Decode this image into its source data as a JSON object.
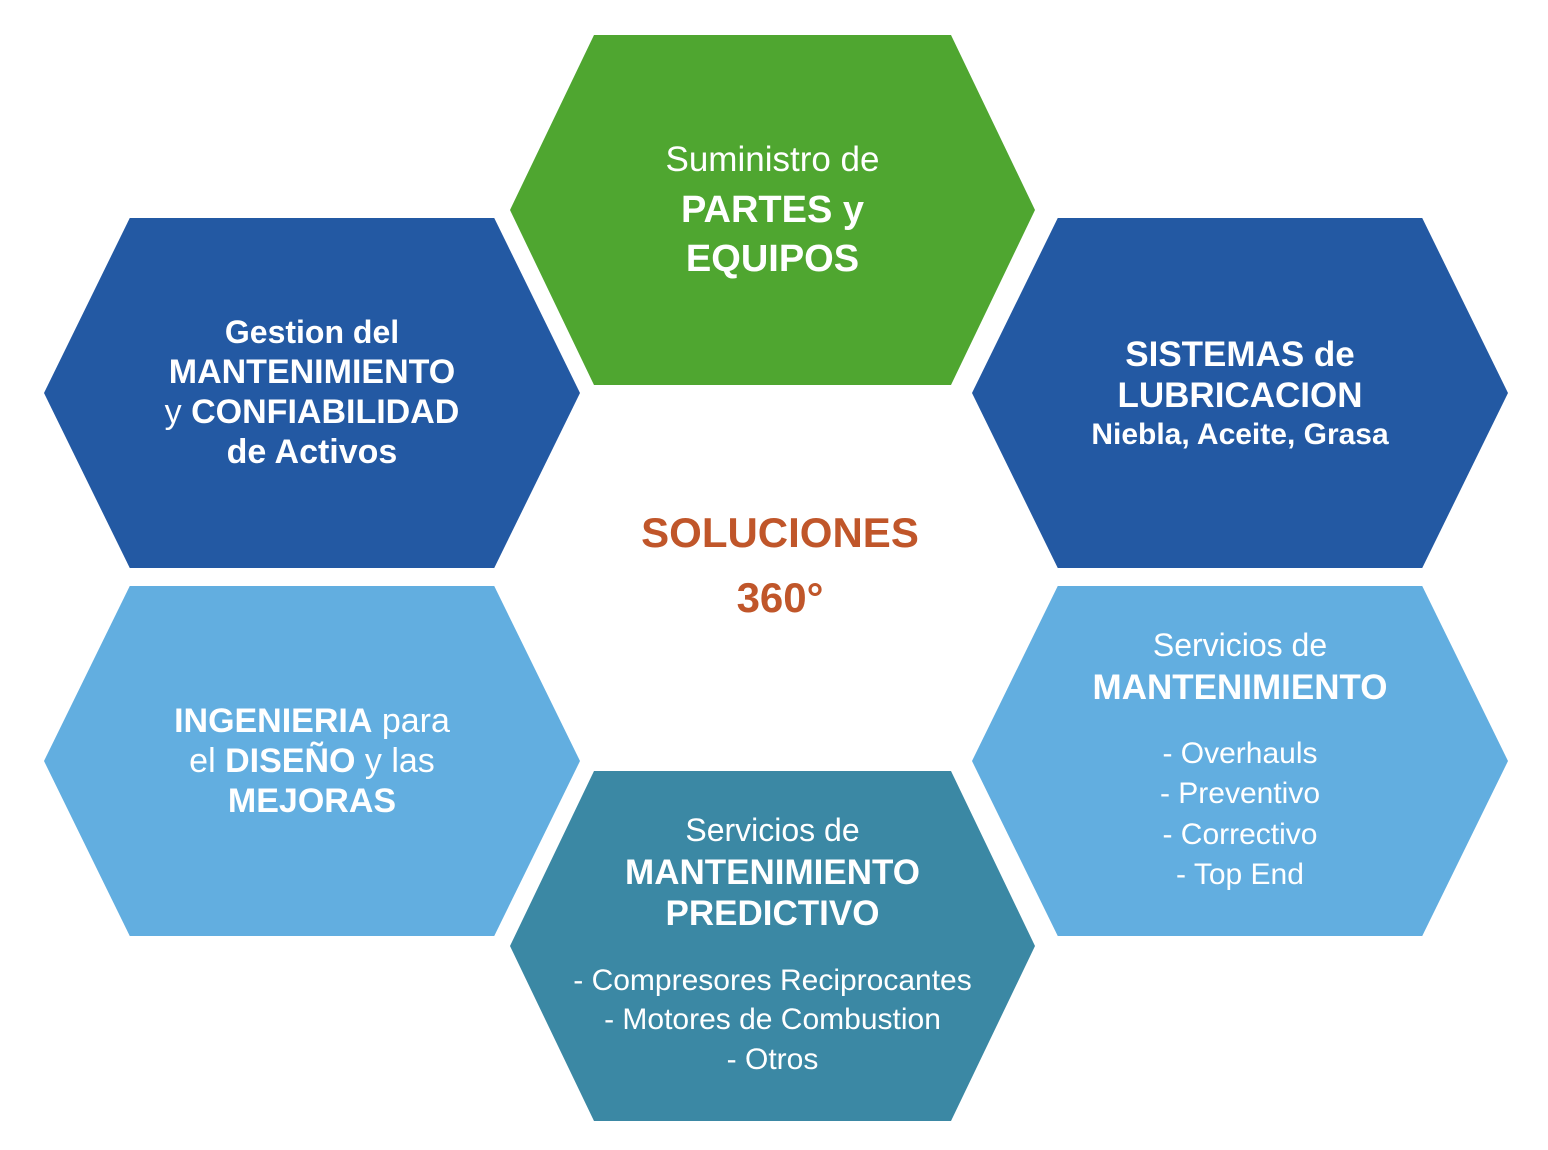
{
  "diagram": {
    "center": {
      "line1": "SOLUCIONES",
      "line2": "360°",
      "color": "#C0562A"
    },
    "hexagons": {
      "partes_equipos": {
        "name": "Suministro de PARTES y EQUIPOS",
        "color": "#4FA630",
        "line1": "Suministro de",
        "line2": "PARTES y",
        "line3": "EQUIPOS"
      },
      "gestion": {
        "name": "Gestion del Mantenimiento y Confiabilidad de Activos",
        "color": "#2359A3",
        "line1": "Gestion del",
        "line2": "MANTENIMIENTO",
        "line3_reg": "y ",
        "line3_bold": "CONFIABILIDAD",
        "line4": "de Activos"
      },
      "lubricacion": {
        "name": "Sistemas de Lubricacion",
        "color": "#2359A3",
        "line1": "SISTEMAS de",
        "line2": "LUBRICACION",
        "line3": "Niebla, Aceite, Grasa"
      },
      "ingenieria": {
        "name": "Ingenieria para el Diseno y las Mejoras",
        "color": "#62AEE0",
        "line1_bold": "INGENIERIA",
        "line1_reg": " para",
        "line2_reg_a": "el ",
        "line2_bold": "DISEÑO",
        "line2_reg_b": " y las",
        "line3_bold": "MEJORAS"
      },
      "mantenimiento": {
        "name": "Servicios de Mantenimiento",
        "color": "#62AEE0",
        "head1": "Servicios de",
        "head2": "MANTENIMIENTO",
        "bullets": [
          "- Overhauls",
          "- Preventivo",
          "- Correctivo",
          "- Top End"
        ]
      },
      "predictivo": {
        "name": "Servicios de Mantenimiento Predictivo",
        "color": "#3B88A4",
        "head1": "Servicios de",
        "head2": "MANTENIMIENTO",
        "head3": "PREDICTIVO",
        "bullets": [
          "- Compresores Reciprocantes",
          "- Motores de Combustion",
          "- Otros"
        ]
      }
    }
  }
}
